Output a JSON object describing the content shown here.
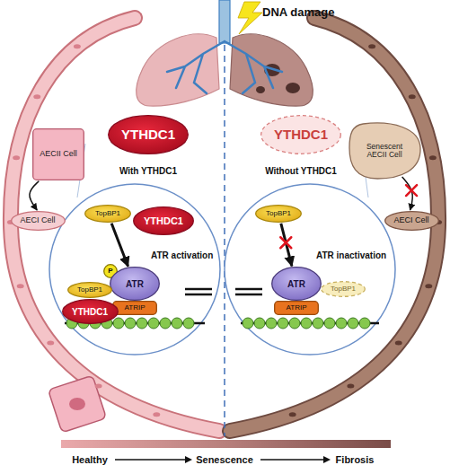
{
  "diagram": {
    "nodes": [
      {
        "text": [
          "YTHDC1"
        ]
      },
      {
        "text": [
          "YTHDC1"
        ]
      },
      {
        "text": [
          "AECII Cell"
        ]
      },
      {
        "text": [
          "AECI Cell"
        ]
      },
      {
        "text": [
          "Senescent AECII Cell"
        ]
      },
      {
        "text": [
          "AECI Cell"
        ]
      },
      {
        "text": [
          "TopBP1"
        ]
      },
      {
        "text": [
          "YTHDC1"
        ]
      },
      {
        "text": [
          "P"
        ]
      },
      {
        "text": [
          "ATR"
        ]
      },
      {
        "text": [
          "TopBP1"
        ]
      },
      {
        "text": [
          "ATRIP"
        ]
      },
      {
        "text": [
          "YTHDC1"
        ]
      },
      {
        "text": [
          "TopBP1"
        ]
      },
      {
        "text": [
          "ATR"
        ]
      },
      {
        "text": [
          "TopBP1"
        ]
      },
      {
        "text": [
          "ATRIP"
        ]
      }
    ],
    "edges": [
      {
        "from": 2,
        "to": 3,
        "arrow": "to"
      },
      {
        "from": 4,
        "to": 5,
        "arrow": "to"
      },
      {
        "from": 6,
        "to": 9,
        "arrow": "to"
      },
      {
        "from": 13,
        "to": 14,
        "arrow": "to"
      }
    ],
    "labels": [
      "DNA damage",
      "With YTHDC1",
      "Without YTHDC1",
      "ATR activation",
      "ATR inactivation",
      "Healthy",
      "Senescence",
      "Fibrosis"
    ]
  }
}
